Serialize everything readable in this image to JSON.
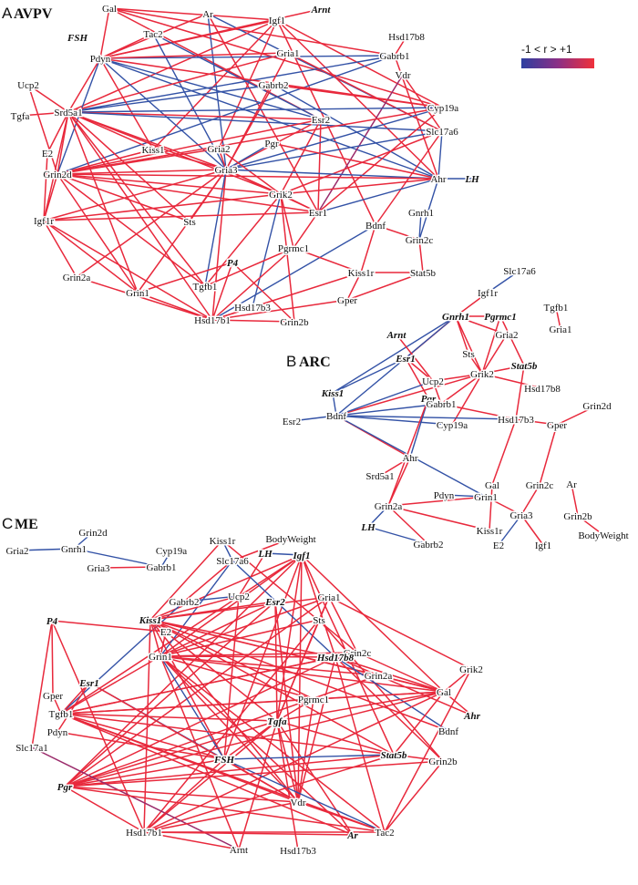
{
  "legend": {
    "text": "-1 < r > +1",
    "color_negative": "#2d3fa0",
    "color_positive": "#f0303a"
  },
  "colors": {
    "positive_edge": "#e8293c",
    "negative_edge": "#3352a6",
    "mixed_edge": "#9a2a6a"
  },
  "panels": [
    {
      "id": "A",
      "letter": "A",
      "title": "AVPV",
      "nodes": [
        "Gal",
        "Ar",
        "Arnt",
        "Igf1",
        "Tac2",
        "Hsd17b8",
        "FSH",
        "Gabrb1",
        "Pdyn",
        "Gria1",
        "Vdr",
        "Ucp2",
        "Gabrb2",
        "Cyp19a",
        "Tgfa",
        "Srd5a1",
        "Esr2",
        "Slc17a6",
        "Pgr",
        "Gria2",
        "Kiss1",
        "Ahr",
        "LH",
        "E2",
        "Gria3",
        "Grin2d",
        "Esr1",
        "Bdnf",
        "Gnrh1",
        "Grik2",
        "Sts",
        "Igf1r",
        "Grin2c",
        "P4",
        "Pgrmc1",
        "Grin2a",
        "Kiss1r",
        "Stat5b",
        "Tgfb1",
        "Grin1",
        "Gper",
        "Hsd17b3",
        "Hsd17b1",
        "Grin2b"
      ],
      "emphasized": [
        "Arnt",
        "FSH",
        "LH",
        "P4"
      ]
    },
    {
      "id": "B",
      "letter": "B",
      "title": "ARC",
      "nodes": [
        "Slc17a6",
        "Igf1r",
        "Tgfb1",
        "Gria1",
        "Gnrh1",
        "Pgrmc1",
        "Gria2",
        "Arnt",
        "Sts",
        "Esr1",
        "Stat5b",
        "Kiss1",
        "Grik2",
        "Ucp2",
        "Hsd17b8",
        "Bdnf",
        "Pgr",
        "Esr2",
        "Gabrb1",
        "Grin2d",
        "Hsd17b3",
        "Cyp19a",
        "Gper",
        "Ahr",
        "Srd5a1",
        "Gal",
        "Grin2c",
        "Ar",
        "Pdyn",
        "Grin1",
        "Grin2a",
        "Gria3",
        "Grin2b",
        "LH",
        "Kiss1r",
        "Gabrb2",
        "E2",
        "Igf1",
        "BodyWeight"
      ],
      "emphasized": [
        "Gnrh1",
        "Pgrmc1",
        "Arnt",
        "Esr1",
        "Stat5b",
        "Kiss1",
        "Pgr",
        "LH"
      ]
    },
    {
      "id": "C",
      "letter": "C",
      "title": "ME",
      "nodes": [
        "Grin2d",
        "Gria2",
        "Gnrh1",
        "Cyp19a",
        "Kiss1r",
        "BodyWeight",
        "Gria3",
        "Gabrb1",
        "LH",
        "Igf1",
        "Slc17a6",
        "Gria1",
        "Gabrb2",
        "Ucp2",
        "Esr2",
        "Kiss1",
        "Sts",
        "P4",
        "E2",
        "Grin2c",
        "Grin1",
        "Grin2a",
        "Hsd17b8",
        "Grik2",
        "Esr1",
        "Gper",
        "Pgrmc1",
        "Gal",
        "Ahr",
        "Tgfb1",
        "Tgfa",
        "Bdnf",
        "Pdyn",
        "FSH",
        "Stat5b",
        "Grin2b",
        "Slc17a1",
        "Pgr",
        "Vdr",
        "Hsd17b1",
        "Arnt",
        "Hsd17b3",
        "Ar",
        "Tac2"
      ],
      "emphasized": [
        "LH",
        "Igf1",
        "Esr2",
        "Kiss1",
        "P4",
        "Hsd17b8",
        "Esr1",
        "Tgfa",
        "FSH",
        "Stat5b",
        "Pgr",
        "Ahr",
        "Ar"
      ]
    }
  ]
}
